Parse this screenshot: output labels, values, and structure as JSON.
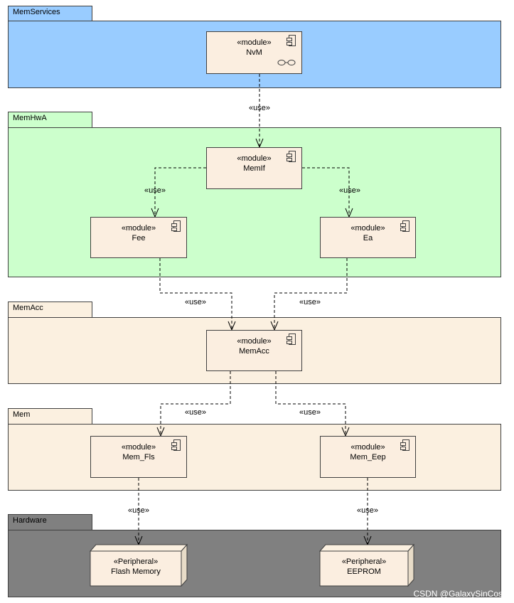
{
  "packages": {
    "memservices": {
      "title": "MemServices",
      "fill": "#99ccff"
    },
    "memhwa": {
      "title": "MemHwA",
      "fill": "#ccffcc"
    },
    "memacc": {
      "title": "MemAcc",
      "fill": "#fbf0e0"
    },
    "mem": {
      "title": "Mem",
      "fill": "#fbf0e0"
    },
    "hardware": {
      "title": "Hardware",
      "fill": "#808080"
    }
  },
  "modules": {
    "nvm": {
      "stereotype": "«module»",
      "name": "NvM"
    },
    "memif": {
      "stereotype": "«module»",
      "name": "MemIf"
    },
    "fee": {
      "stereotype": "«module»",
      "name": "Fee"
    },
    "ea": {
      "stereotype": "«module»",
      "name": "Ea"
    },
    "memacc": {
      "stereotype": "«module»",
      "name": "MemAcc"
    },
    "mem_fls": {
      "stereotype": "«module»",
      "name": "Mem_Fls"
    },
    "mem_eep": {
      "stereotype": "«module»",
      "name": "Mem_Eep"
    }
  },
  "peripherals": {
    "flash": {
      "stereotype": "«Peripheral»",
      "name": "Flash Memory"
    },
    "eeprom": {
      "stereotype": "«Peripheral»",
      "name": "EEPROM"
    }
  },
  "use_label": "«use»",
  "watermark": "CSDN @GalaxySinCos"
}
